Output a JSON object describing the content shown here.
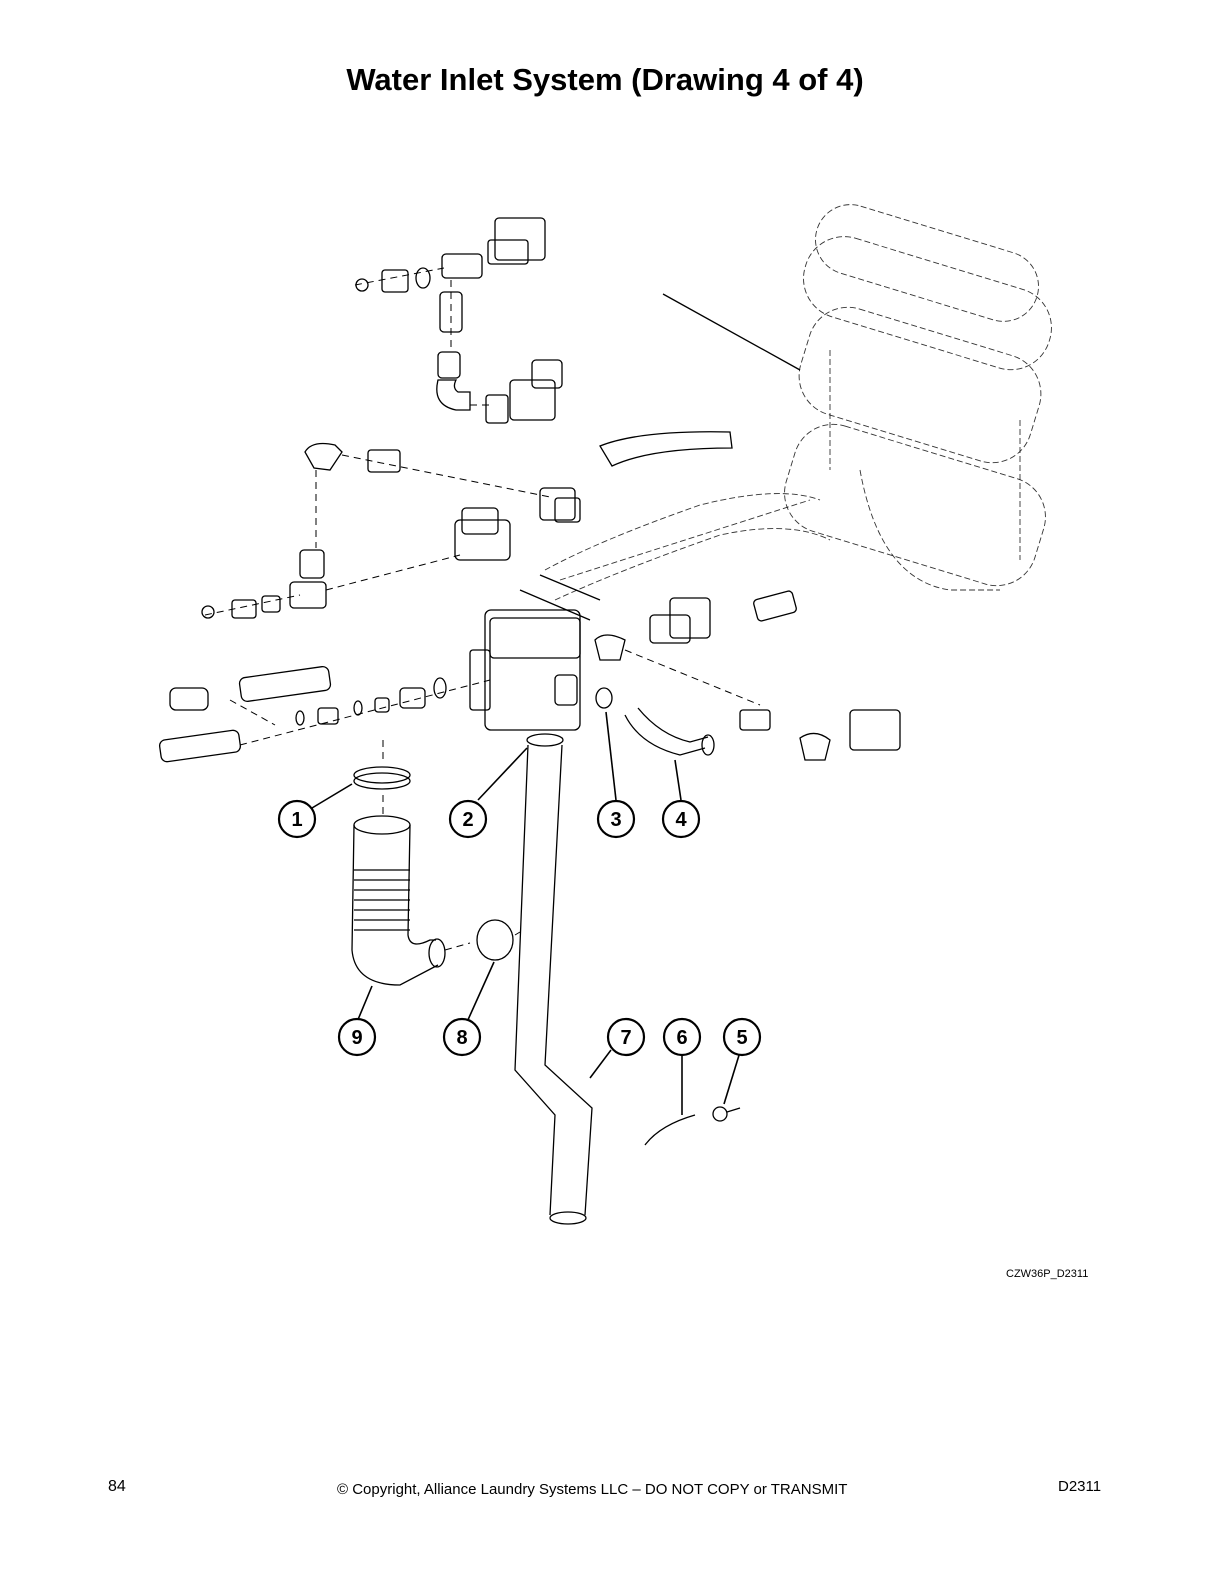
{
  "page": {
    "title": "Water Inlet System (Drawing 4 of 4)",
    "drawing_code": "CZW36P_D2311",
    "page_number": "84",
    "copyright": "© Copyright, Alliance Laundry Systems LLC – DO NOT COPY or TRANSMIT",
    "doc_code": "D2311"
  },
  "callouts": [
    "1",
    "2",
    "3",
    "4",
    "5",
    "6",
    "7",
    "8",
    "9"
  ]
}
